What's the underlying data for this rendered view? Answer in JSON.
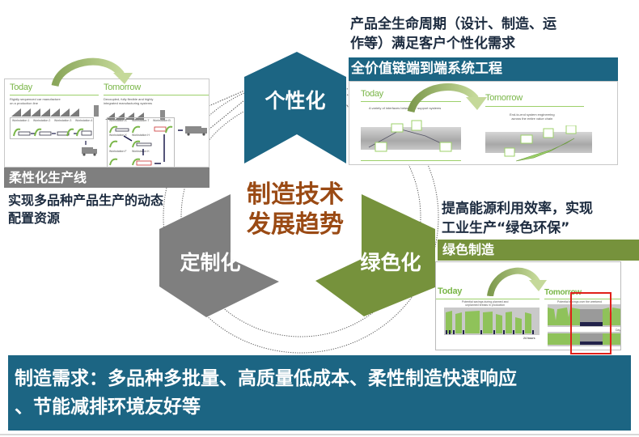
{
  "center": {
    "title_line1": "制造技术",
    "title_line2": "发展趋势",
    "title_color": "#9a4a14"
  },
  "hexagons": [
    {
      "id": "personalization",
      "label": "个性化",
      "color": "#1c6583"
    },
    {
      "id": "customization",
      "label": "定制化",
      "color": "#7f7f7f"
    },
    {
      "id": "green",
      "label": "绿色化",
      "color": "#76923c"
    }
  ],
  "left_section": {
    "caption": "柔性化生产线",
    "description_line1": "实现多品种产品生产的动态",
    "description_line2": "配置资源",
    "image": {
      "today_title": "Today",
      "today_sub_line1": "Rigidly sequenced car manufacture",
      "today_sub_line2": "on a production line",
      "today_stations": [
        "Workstation 1",
        "Workstation 2",
        "Workstation 3",
        "Workstation 4"
      ],
      "tomorrow_title": "Tomorrow",
      "tomorrow_sub_line1": "Decoupled, fully flexible and highly",
      "tomorrow_sub_line2": "integrated manufacturing systems",
      "tomorrow_stations": [
        "Workstation A",
        "Workstation T",
        "Workstation B",
        "Workstation X",
        "Workstation H",
        "Workstation F",
        "Workstation K"
      ]
    }
  },
  "top_right_section": {
    "description_line1": "产品全生命周期（设计、制造、运",
    "description_line2": "作等）满足客户个性化需求",
    "caption": "全价值链端到端系统工程",
    "image": {
      "today_title": "Today",
      "today_sub": "A variety of interfaces between IT support systems",
      "tomorrow_title": "Tomorrow",
      "tomorrow_sub_line1": "End-to-end system engineering",
      "tomorrow_sub_line2": "across the entire value chain"
    }
  },
  "bottom_right_section": {
    "description_line1": "提高能源利用效率，实现",
    "description_line2": "工业生产“绿色环保”",
    "caption": "绿色制造",
    "image": {
      "today_title": "Today",
      "today_sub_line1": "Potential savings during planned and",
      "today_sub_line2": "unplanned breaks in production",
      "today_axis": "24 hours",
      "tomorrow_title": "Tomorrow",
      "tomorrow_sub": "Potential savings over the weekend",
      "tomorrow_axis": "Day"
    }
  },
  "footer": {
    "line1": "制造需求：多品种多批量、高质量低成本、柔性制造快速响应",
    "line2": "、节能减排环境友好等",
    "color": "#1c6583"
  }
}
